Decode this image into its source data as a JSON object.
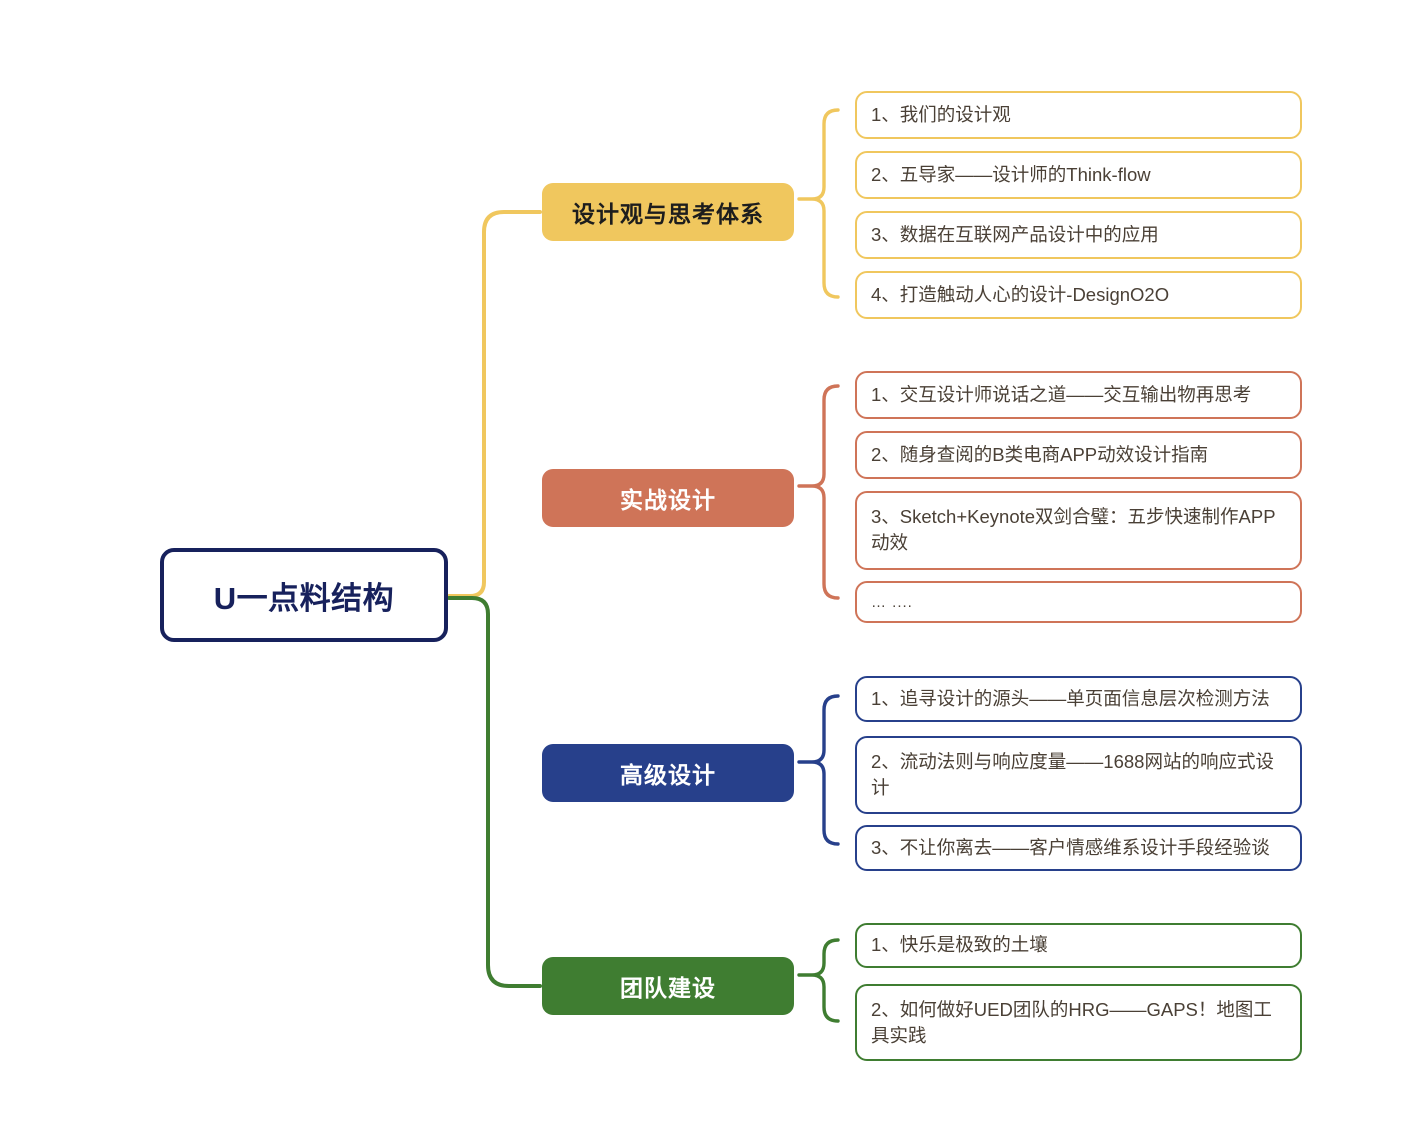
{
  "diagram": {
    "type": "mindmap",
    "title": "U一点料结构",
    "root": {
      "label": "U一点料结构",
      "border_color": "#17215c",
      "text_color": "#17215c",
      "background": "#ffffff"
    },
    "branches": [
      {
        "id": "branch-design-view",
        "label": "设计观与思考体系",
        "accent": "#f0c75e",
        "fill": "#f0c75e",
        "text_color": "#1d1d1d",
        "leaf_border": "#f0c75e",
        "leaves": [
          {
            "text": "1、我们的设计观"
          },
          {
            "text": "2、五导家——设计师的Think-flow"
          },
          {
            "text": "3、数据在互联网产品设计中的应用"
          },
          {
            "text": "4、打造触动人心的设计-DesignO2O"
          }
        ]
      },
      {
        "id": "branch-practical-design",
        "label": "实战设计",
        "accent": "#cf7458",
        "fill": "#cf7458",
        "text_color": "#ffffff",
        "leaf_border": "#cf7458",
        "leaves": [
          {
            "text": "1、交互设计师说话之道——交互输出物再思考"
          },
          {
            "text": "2、随身查阅的B类电商APP动效设计指南"
          },
          {
            "text": "3、Sketch+Keynote双剑合璧：五步快速制作APP动效"
          },
          {
            "text": "… ...."
          }
        ]
      },
      {
        "id": "branch-advanced-design",
        "label": "高级设计",
        "accent": "#27408b",
        "fill": "#27408b",
        "text_color": "#ffffff",
        "leaf_border": "#27408b",
        "leaves": [
          {
            "text": "1、追寻设计的源头——单页面信息层次检测方法"
          },
          {
            "text": "2、流动法则与响应度量——1688网站的响应式设计"
          },
          {
            "text": "3、不让你离去——客户情感维系设计手段经验谈"
          }
        ]
      },
      {
        "id": "branch-team-building",
        "label": "团队建设",
        "accent": "#3f7d31",
        "fill": "#3f7d31",
        "text_color": "#ffffff",
        "leaf_border": "#3f7d31",
        "leaves": [
          {
            "text": "1、快乐是极致的土壤"
          },
          {
            "text": "2、如何做好UED团队的HRG——GAPS！地图工具实践"
          }
        ]
      }
    ]
  }
}
